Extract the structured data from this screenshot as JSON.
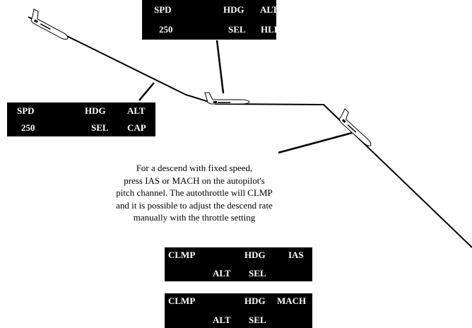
{
  "panels": {
    "top": {
      "r1": [
        "SPD",
        "HDG",
        "ALT"
      ],
      "r2": [
        "250",
        "SEL",
        "HLD"
      ]
    },
    "left": {
      "r1": [
        "SPD",
        "HDG",
        "ALT"
      ],
      "r2": [
        "250",
        "SEL",
        "CAP"
      ]
    },
    "ias": {
      "r1": [
        "CLMP",
        "HDG",
        "IAS"
      ],
      "r2": [
        "ALT",
        "SEL"
      ]
    },
    "mach": {
      "r1": [
        "CLMP",
        "HDG",
        "MACH"
      ],
      "r2": [
        "ALT",
        "SEL"
      ]
    }
  },
  "caption": [
    "For a descend with fixed speed,",
    "press IAS or MACH on the autopilot's",
    "pitch channel. The autothrottle will CLMP",
    "and it is possible to adjust the descend rate",
    "manually with the throttle setting"
  ],
  "colors": {
    "panel_bg": "#000000",
    "panel_text": "#ffffff",
    "line": "#000000"
  }
}
